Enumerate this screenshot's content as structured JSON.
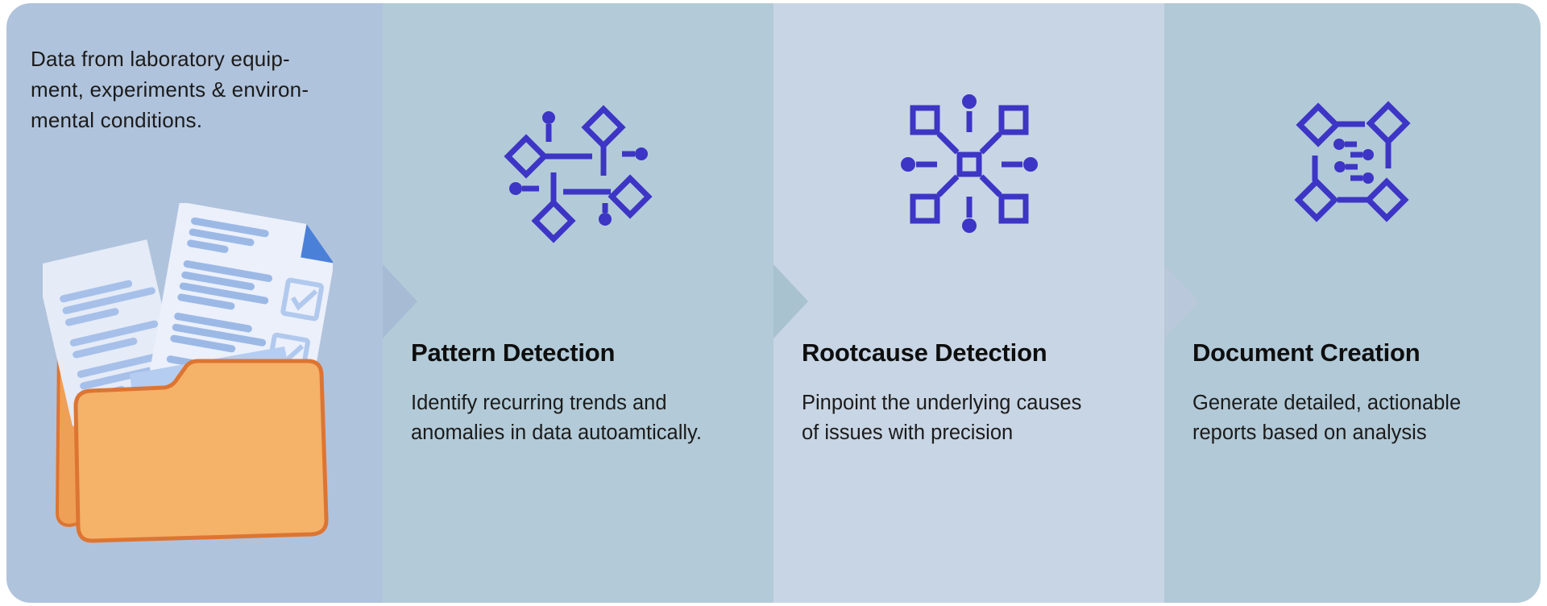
{
  "colors": {
    "panel1_bg": "#b0c3dc",
    "panel2_bg": "#b3cbd8",
    "panel3_bg": "#c8d5e4",
    "panel4_bg": "#b2c9d7",
    "arrow1": "#a7bcd4",
    "arrow2": "#a9c2d0",
    "arrow3": "#b9c8db",
    "icon": "#3c35c5",
    "heading_text": "#0e0e0e",
    "body_text": "#1b1b1b",
    "folder": "#f5b269",
    "folder_back": "#eea156",
    "folder_outline": "#dd7532",
    "paper": "#e5ebf7",
    "paper2": "#ebf0fb",
    "paper_band": "#b5cdf0",
    "paper_lines": "#a6c0e9",
    "paper_lines2": "#9cb9e6",
    "checkbox": "#b2c9ee",
    "paper_fold": "#4a80d8"
  },
  "flow_arrows": [
    "chevron-right",
    "chevron-right",
    "chevron-right"
  ],
  "steps": [
    {
      "id": "data-input",
      "icon": "folder-documents-illustration",
      "description": "Data from laboratory equip-\nment, experiments & environ-\nmental conditions."
    },
    {
      "id": "pattern-detection",
      "icon": "network-diamonds-icon",
      "title": "Pattern Detection",
      "description": "Identify recurring trends and\nanomalies in data autoamtically."
    },
    {
      "id": "rootcause-detection",
      "icon": "radial-nodes-icon",
      "title": "Rootcause Detection",
      "description": "Pinpoint the underlying causes\nof issues with precision"
    },
    {
      "id": "document-creation",
      "icon": "diamond-list-icon",
      "title": "Document Creation",
      "description": "Generate detailed, actionable\nreports based on analysis"
    }
  ]
}
